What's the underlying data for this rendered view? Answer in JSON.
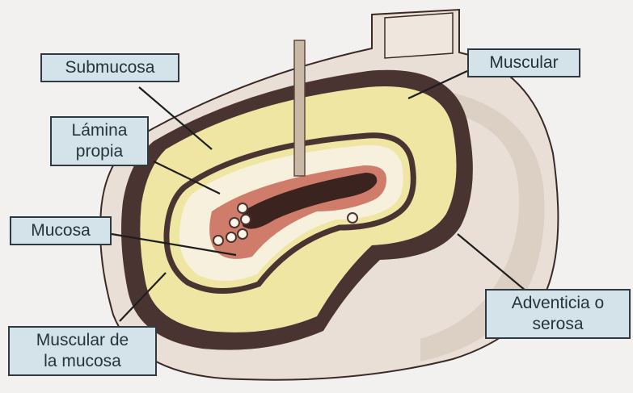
{
  "diagram": {
    "structure": "cross-section of the digestive tube wall",
    "colors": {
      "background": "#f3f1f0",
      "label_fill": "#d4e3ea",
      "label_border": "#2f3a40",
      "submucosa_fill": "#f0e6a4",
      "muscular_layer": "#4a3432",
      "adventitia_surface": "#e9dfd6",
      "lumen": "#3b2320",
      "mucosa_pink": "#cf7d6a",
      "connector_line": "#1e1e1e"
    },
    "labels": {
      "submucosa": "Submucosa",
      "lamina_propia_line1": "Lámina",
      "lamina_propia_line2": "propia",
      "mucosa": "Mucosa",
      "muscular_mucosa_line1": "Muscular de",
      "muscular_mucosa_line2": "la mucosa",
      "muscular": "Muscular",
      "adventicia_line1": "Adventicia o",
      "adventicia_line2": "serosa"
    }
  }
}
